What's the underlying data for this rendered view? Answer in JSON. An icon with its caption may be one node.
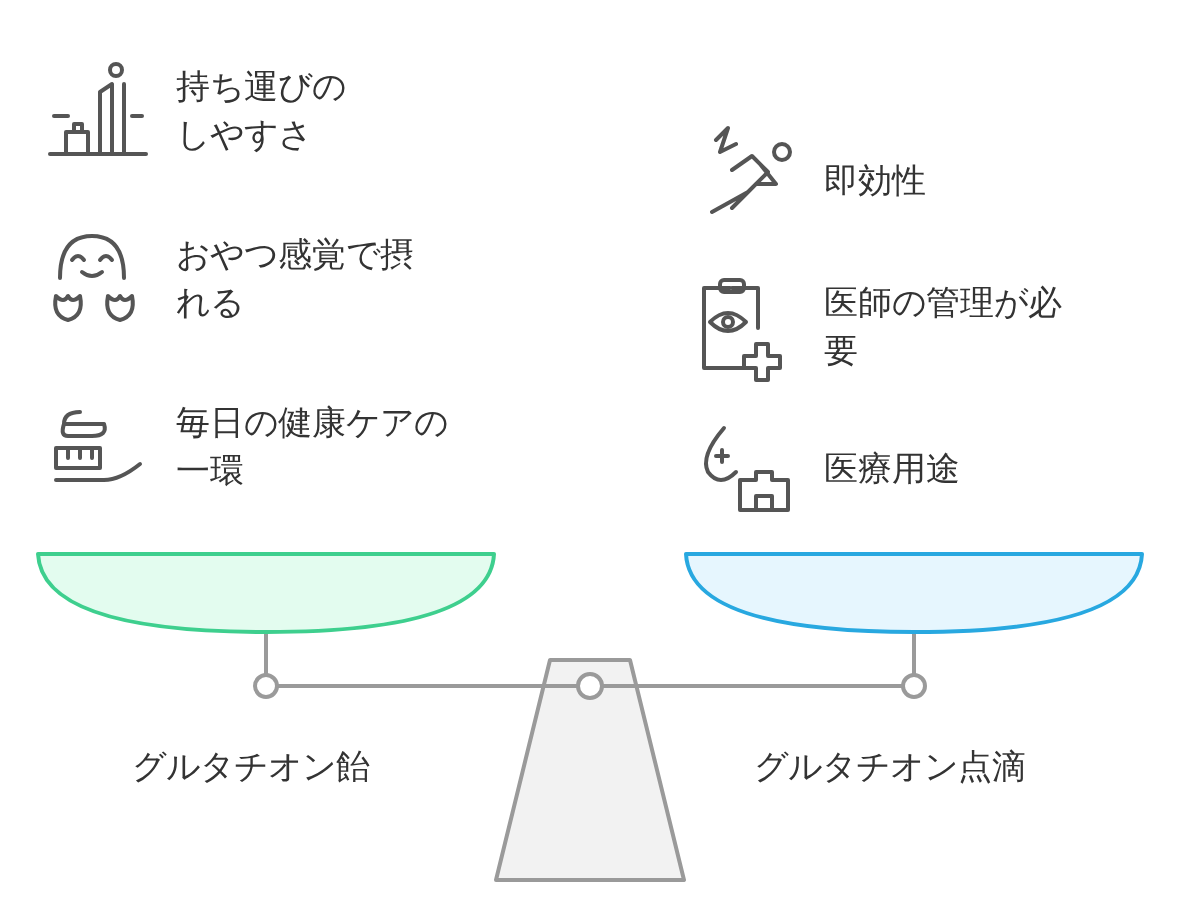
{
  "diagram": {
    "labels": [
      "持ち運びのしやすさ",
      "おやつ感覚で摂れる",
      "毎日の健康ケアの一環",
      "即効性",
      "医師の管理が必要",
      "医療用途",
      "グルタチオン飴",
      "グルタチオン点滴"
    ]
  }
}
